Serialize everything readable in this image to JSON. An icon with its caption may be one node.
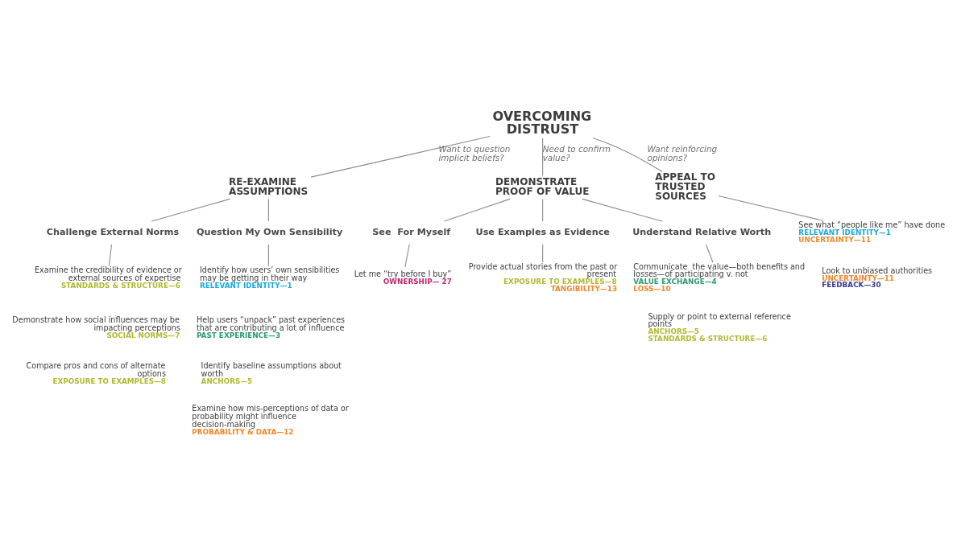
{
  "diagram": {
    "nodes": [
      {
        "text": [
          "OVERCOMING DISTRUST"
        ]
      },
      {
        "text": [
          "RE-EXAMINE ASSUMPTIONS"
        ]
      },
      {
        "text": [
          "Challenge External Norms"
        ]
      },
      {
        "text": [
          "Question My Own Sensibility"
        ]
      },
      {
        "text": [
          "Examine the credibility of evidence or external sources of expertise",
          "STANDARDS & STRUCTURE—6"
        ]
      },
      {
        "text": [
          "Demonstrate how social influences may be impacting perceptions",
          "SOCIAL NORMS—7"
        ]
      },
      {
        "text": [
          "Compare pros and cons of alternate options",
          "EXPOSURE TO EXAMPLES—8"
        ]
      },
      {
        "text": [
          "Identify how users’ own sensibilities may be getting in their way",
          "RELEVANT IDENTITY—1"
        ]
      },
      {
        "text": [
          "Help users “unpack” past experiences that are contributing a lot of influence",
          "PAST EXPERIENCE—3"
        ]
      },
      {
        "text": [
          "Identify baseline assumptions about worth",
          "ANCHORS—5"
        ]
      },
      {
        "text": [
          "Examine how mis-perceptions of data or probability might influence decision-making",
          "PROBABILITY & DATA—12"
        ]
      },
      {
        "text": [
          "DEMONSTRATE PROOF OF VALUE"
        ]
      },
      {
        "text": [
          "APPEAL TO TRUSTED SOURCES"
        ]
      },
      {
        "text": [
          "See  For Myself"
        ]
      },
      {
        "text": [
          "Let me “try before I buy”",
          "OWNERSHIP— 27"
        ]
      },
      {
        "text": [
          "Use Examples as Evidence"
        ]
      },
      {
        "text": [
          "Provide actual stories from the past or present",
          "EXPOSURE TO EXAMPLES—8",
          "TANGIBILITY—13"
        ]
      },
      {
        "text": [
          "Understand Relative Worth"
        ]
      },
      {
        "text": [
          "Communicate  the value—both benefits and losses—of participating v. not",
          "VALUE EXCHANGE—4",
          "LOSS—10"
        ]
      },
      {
        "text": [
          "Supply or point to external reference points",
          "ANCHORS—5",
          "STANDARDS & STRUCTURE—6"
        ]
      },
      {
        "text": [
          "See what “people like me” have done",
          "RELEVANT IDENTITY—1",
          "UNCERTAINTY—11"
        ]
      },
      {
        "text": [
          "Look to unbiased authorities",
          "UNCERTAINTY—11",
          "FEEDBACK—30"
        ]
      }
    ],
    "edges": [
      {
        "from": 0,
        "to": 1,
        "arrow": "none",
        "label": "Want to question implicit beliefs?"
      },
      {
        "from": 1,
        "to": 2,
        "arrow": "none"
      },
      {
        "from": 1,
        "to": 3,
        "arrow": "none"
      },
      {
        "from": 2,
        "to": 4,
        "arrow": "none"
      },
      {
        "from": 3,
        "to": 7,
        "arrow": "none"
      },
      {
        "from": 0,
        "to": 11,
        "arrow": "none",
        "label": "Need to confirm value?"
      },
      {
        "from": 0,
        "to": 12,
        "arrow": "none",
        "label": "Want reinforcing opinions?"
      },
      {
        "from": 11,
        "to": 13,
        "arrow": "none"
      },
      {
        "from": 13,
        "to": 14,
        "arrow": "none"
      },
      {
        "from": 11,
        "to": 15,
        "arrow": "none"
      },
      {
        "from": 15,
        "to": 16,
        "arrow": "none"
      },
      {
        "from": 11,
        "to": 17,
        "arrow": "none"
      },
      {
        "from": 17,
        "to": 18,
        "arrow": "none"
      },
      {
        "from": 12,
        "to": 20,
        "arrow": "none"
      }
    ]
  }
}
